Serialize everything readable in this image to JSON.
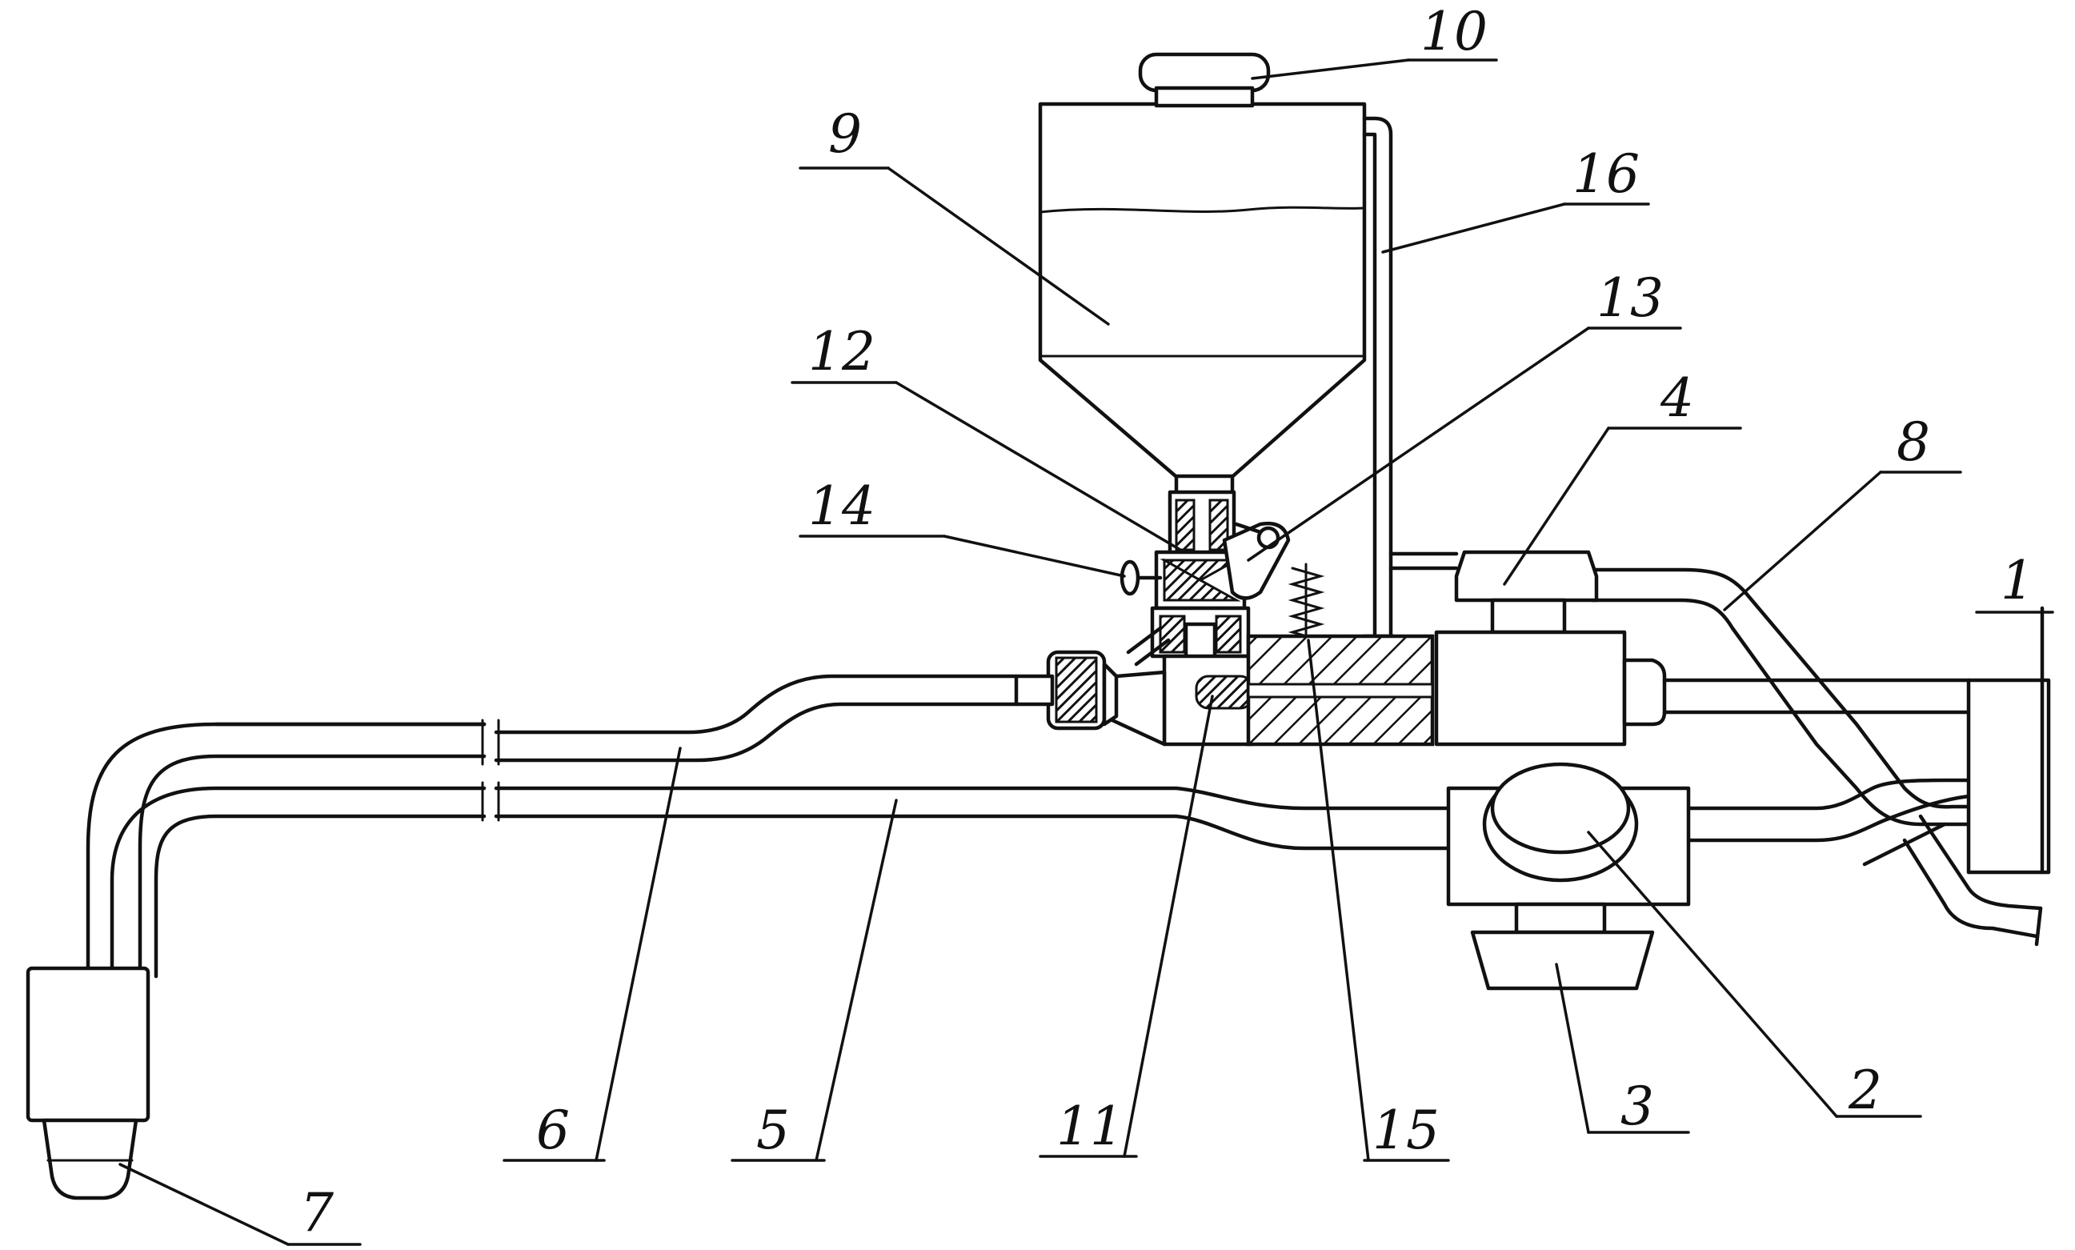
{
  "figure": {
    "labels": {
      "l1": "1",
      "l2": "2",
      "l3": "3",
      "l4": "4",
      "l5": "5",
      "l6": "6",
      "l7": "7",
      "l8": "8",
      "l9": "9",
      "l10": "10",
      "l11": "11",
      "l12": "12",
      "l13": "13",
      "l14": "14",
      "l15": "15",
      "l16": "16"
    }
  }
}
